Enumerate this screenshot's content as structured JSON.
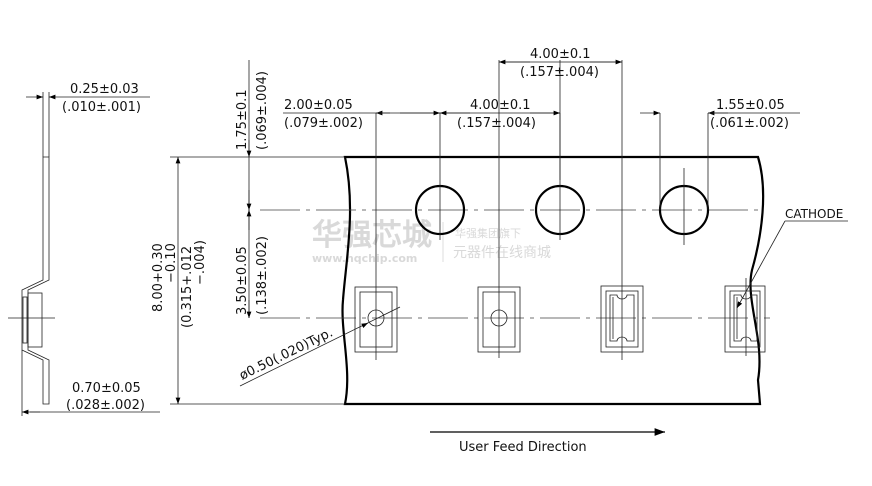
{
  "dimensions": {
    "thickness": {
      "mm": "0.25±0.03",
      "in": "(.010±.001)"
    },
    "pocket_depth": {
      "mm": "0.70±0.05",
      "in": "(.028±.002)"
    },
    "hole_edge": {
      "mm": "1.75±0.1",
      "in": "(.069±.004)"
    },
    "hole_to_pocket": {
      "mm": "3.50±0.05",
      "in": "(.138±.002)"
    },
    "width": {
      "mm": "8.00+0.30",
      "mm_minus": "−0.10",
      "in": "(0.315+.012",
      "in_minus": "−.004)"
    },
    "pocket_to_hole": {
      "mm": "2.00±0.05",
      "in": "(.079±.002)"
    },
    "pocket_pitch": {
      "mm": "4.00±0.1",
      "in": "(.157±.004)"
    },
    "hole_pitch": {
      "mm": "4.00±0.1",
      "in": "(.157±.004)"
    },
    "hole_diameter": {
      "mm": "1.55±0.05",
      "in": "(.061±.002)"
    },
    "small_hole": "ø0.50(.020)Typ."
  },
  "labels": {
    "cathode": "CATHODE",
    "feed_direction": "User Feed Direction"
  },
  "watermark": {
    "brand": "华强芯城",
    "url": "www.hqchip.com",
    "tagline1": "华强集团旗下",
    "tagline2": "元器件在线商城"
  }
}
